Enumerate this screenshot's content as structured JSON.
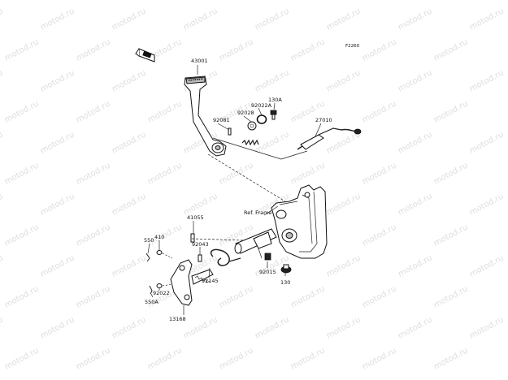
{
  "figure_code": "F2260",
  "watermark_text": "motod.ru",
  "ref_label": "Ref. Frame",
  "parts": [
    {
      "id": "p43001",
      "number": "43001"
    },
    {
      "id": "p92081",
      "number": "92081"
    },
    {
      "id": "p92028",
      "number": "92028"
    },
    {
      "id": "p92022A",
      "number": "92022A"
    },
    {
      "id": "p130A",
      "number": "130A"
    },
    {
      "id": "p27010",
      "number": "27010"
    },
    {
      "id": "p41055",
      "number": "41055"
    },
    {
      "id": "p410",
      "number": "410"
    },
    {
      "id": "p550",
      "number": "550"
    },
    {
      "id": "p92043",
      "number": "92043"
    },
    {
      "id": "p92145",
      "number": "92145"
    },
    {
      "id": "p92015",
      "number": "92015"
    },
    {
      "id": "p130",
      "number": "130"
    },
    {
      "id": "p92022",
      "number": "92022"
    },
    {
      "id": "p550A",
      "number": "550A"
    },
    {
      "id": "p13168",
      "number": "13168"
    }
  ],
  "colors": {
    "line": "#222222",
    "watermark": "#dedede",
    "background": "#ffffff"
  }
}
